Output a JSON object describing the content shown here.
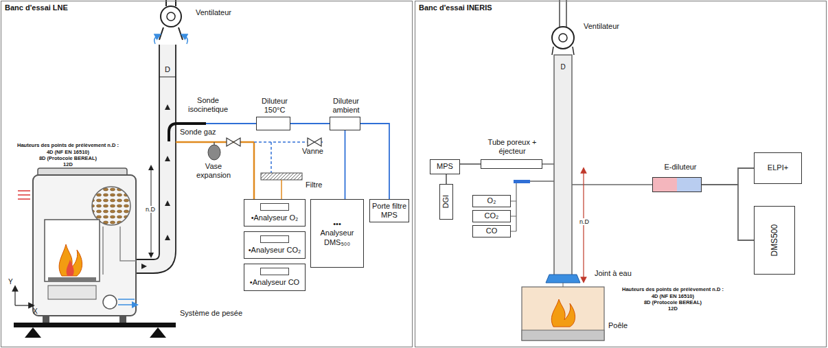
{
  "diagram": {
    "nodes": [
      {
        "text": [
          "Banc d'essai LNE"
        ]
      },
      {
        "text": [
          "Diluteur 150°C"
        ],
        "in": 0
      },
      {
        "text": [
          "Diluteur ambient"
        ],
        "in": 0
      },
      {
        "text": [
          "•Analyseur O₂"
        ],
        "in": 0
      },
      {
        "text": [
          "•Analyseur CO₂"
        ],
        "in": 0
      },
      {
        "text": [
          "•Analyseur CO"
        ],
        "in": 0
      },
      {
        "text": [
          "•••",
          "Analyseur DMS₅₀₀"
        ],
        "in": 0
      },
      {
        "text": [
          "Porte filtre MPS"
        ],
        "in": 0
      },
      {
        "text": [
          "Banc d'essai INERIS"
        ]
      },
      {
        "text": [
          "Tube poreux + éjecteur"
        ],
        "in": 8
      },
      {
        "text": [
          "MPS"
        ],
        "in": 8
      },
      {
        "text": [
          "DGI"
        ],
        "in": 8
      },
      {
        "text": [
          "O₂"
        ],
        "in": 8
      },
      {
        "text": [
          "CO₂"
        ],
        "in": 8
      },
      {
        "text": [
          "CO"
        ],
        "in": 8
      },
      {
        "text": [
          "E-diluteur"
        ],
        "in": 8
      },
      {
        "text": [
          "ELPI+"
        ],
        "in": 8
      },
      {
        "text": [
          "DMS500"
        ],
        "in": 8
      },
      {
        "text": [
          "Poêle"
        ],
        "in": 8
      }
    ],
    "edges": [
      {
        "from": 1,
        "to": 2,
        "arrow": "none"
      },
      {
        "from": 2,
        "to": 6,
        "arrow": "none"
      },
      {
        "from": 2,
        "to": 7,
        "arrow": "none"
      },
      {
        "from": 9,
        "to": 10,
        "arrow": "none"
      },
      {
        "from": 10,
        "to": 11,
        "arrow": "none"
      },
      {
        "from": 15,
        "to": 16,
        "arrow": "none"
      },
      {
        "from": 15,
        "to": 17,
        "arrow": "none"
      }
    ],
    "labels": [
      "Ventilateur",
      "D",
      "Sonde isocinetique",
      "Sonde gaz",
      "Vase expansion",
      "Vanne",
      "Filtre",
      "Hauteurs des points de prélèvement n.D :",
      "4D (NF EN 16510)",
      "8D (Protocole BEREAL)",
      "12D",
      "n.D",
      "Système de pesée",
      "Y",
      "X",
      "Ventilateur",
      "D",
      "Joint à eau",
      "n.D",
      "Hauteurs des points de prélèvement n.D :",
      "4D (NF EN 16510)",
      "8D (Protocole BEREAL)",
      "12D"
    ]
  }
}
